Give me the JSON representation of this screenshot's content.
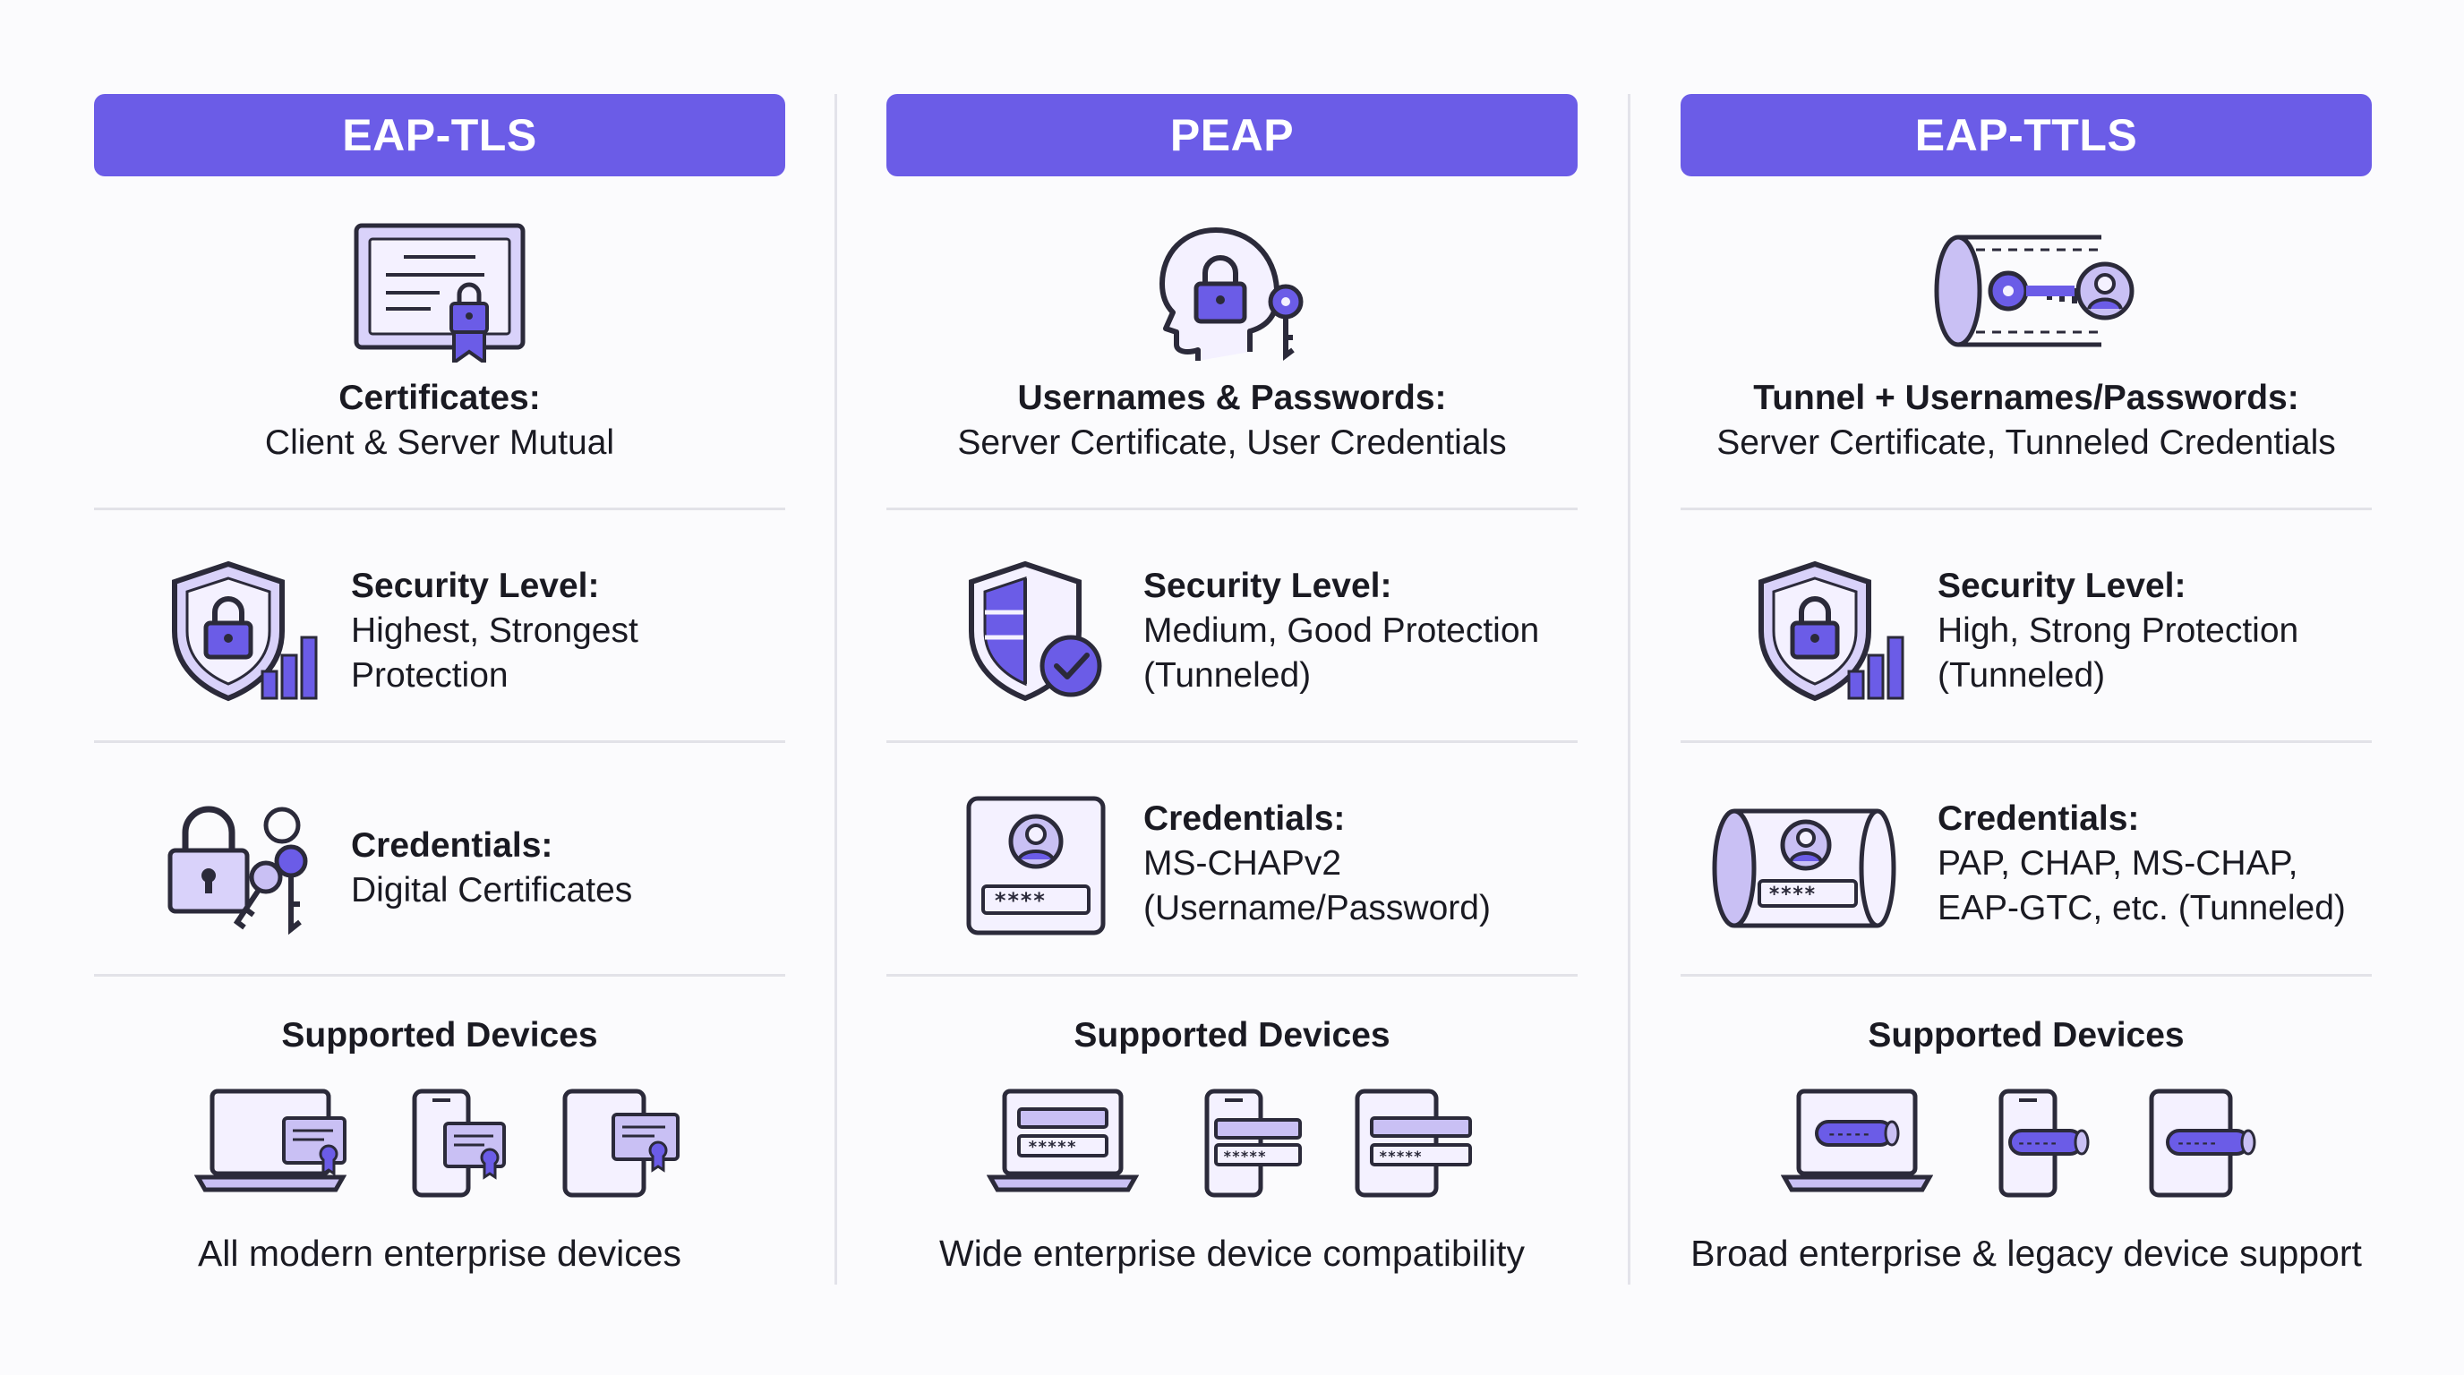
{
  "columns": [
    {
      "header": "EAP-TLS",
      "auth_title": "Certificates:",
      "auth_sub": "Client & Server Mutual",
      "security_title": "Security Level:",
      "security_lines": [
        "Highest, Strongest",
        "Protection"
      ],
      "cred_title": "Credentials:",
      "cred_lines": [
        "Digital Certificates"
      ],
      "devices_title": "Supported Devices",
      "devices_caption": "All modern enterprise devices"
    },
    {
      "header": "PEAP",
      "auth_title": "Usernames & Passwords:",
      "auth_sub": "Server Certificate, User Credentials",
      "security_title": "Security Level:",
      "security_lines": [
        "Medium, Good Protection",
        "(Tunneled)"
      ],
      "cred_title": "Credentials:",
      "cred_lines": [
        "MS-CHAPv2",
        "(Username/Password)"
      ],
      "devices_title": "Supported Devices",
      "devices_caption": "Wide enterprise device compatibility"
    },
    {
      "header": "EAP-TTLS",
      "auth_title": "Tunnel + Usernames/Passwords:",
      "auth_sub": "Server Certificate, Tunneled Credentials",
      "security_title": "Security Level:",
      "security_lines": [
        "High, Strong Protection",
        "(Tunneled)"
      ],
      "cred_title": "Credentials:",
      "cred_lines": [
        "PAP, CHAP, MS-CHAP,",
        "EAP-GTC, etc. (Tunneled)"
      ],
      "devices_title": "Supported Devices",
      "devices_caption": "Broad enterprise & legacy device support"
    }
  ],
  "password_mask": "****",
  "password_mask_long": "*****",
  "password_mask_dash": "-----",
  "colors": {
    "accent": "#6b5ce7",
    "icon_fill": "#c9c0f4",
    "icon_stroke": "#2b2a3a",
    "divider": "#e2e2e8"
  }
}
